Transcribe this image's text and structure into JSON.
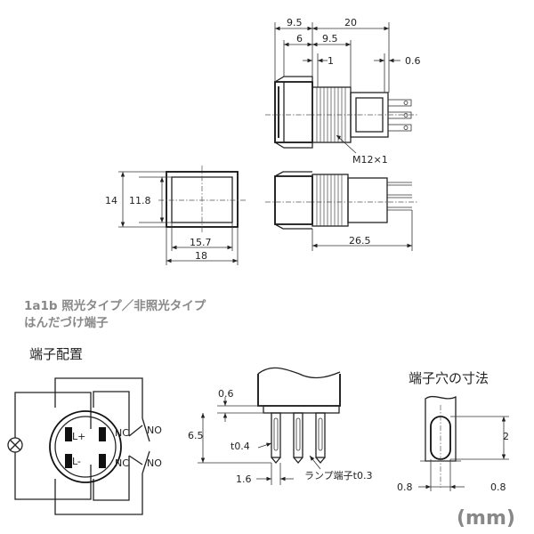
{
  "dimensions": {
    "front_offset": "9.5",
    "body_length": "20",
    "flange_step": "6",
    "flange_to_body": "9.5",
    "flange_gap": "1",
    "terminal_offset": "0.6",
    "thread": "M12×1",
    "height_outer": "14",
    "height_inner": "11.8",
    "width_inner": "15.7",
    "width_outer": "18",
    "total_length": "26.5"
  },
  "captions": {
    "model_line1": "1a1b 照光タイプ／非照光タイプ",
    "model_line2": "はんだづけ端子"
  },
  "terminal_arrangement": {
    "title": "端子配置",
    "lamp_plus": "L+",
    "lamp_minus": "L-",
    "nc_left": "NC",
    "nc_right": "NC",
    "no_top": "NO",
    "no_bottom": "NO"
  },
  "terminal_detail": {
    "dim_top": "0.6",
    "dim_height": "6.5",
    "dim_thickness": "t0.4",
    "dim_pitch": "1.6",
    "lamp_terminal": "ランプ端子t0.3"
  },
  "terminal_hole": {
    "title": "端子穴の寸法",
    "dim_height": "2",
    "dim_left": "0.8",
    "dim_right": "0.8"
  },
  "unit": "(mm)"
}
